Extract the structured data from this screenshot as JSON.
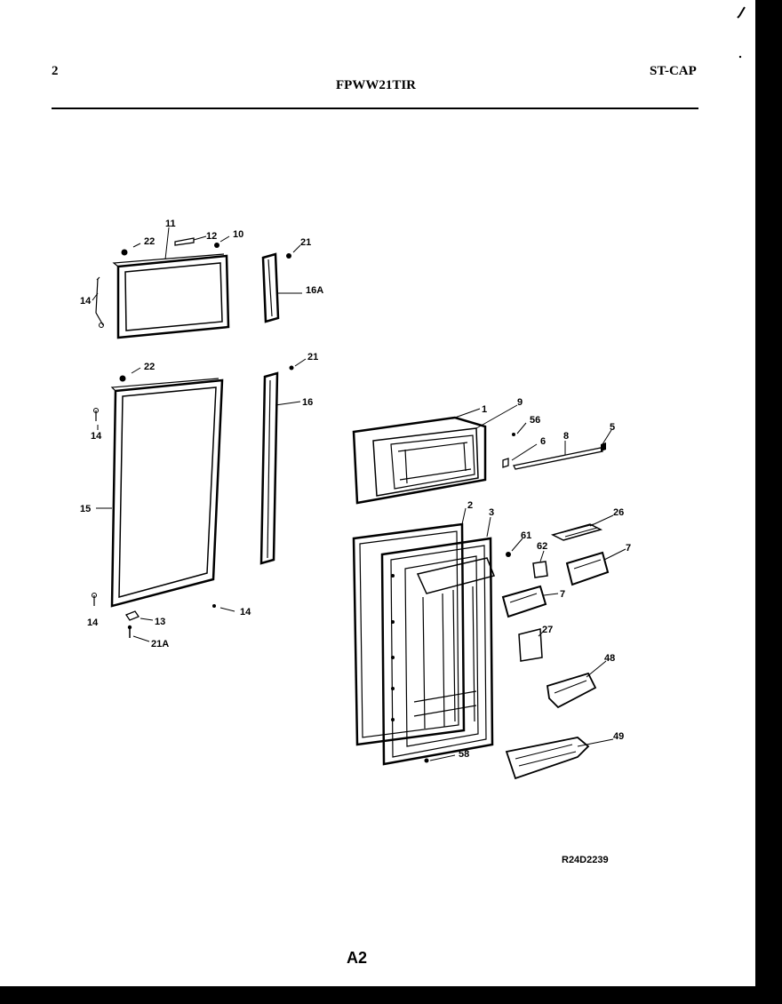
{
  "header": {
    "page_number": "2",
    "model": "FPWW21TIR",
    "category": "ST-CAP"
  },
  "callouts": [
    "11",
    "12",
    "10",
    "22",
    "21",
    "14",
    "16A",
    "22",
    "21",
    "14",
    "16",
    "15",
    "13",
    "21A",
    "14",
    "14",
    "1",
    "9",
    "56",
    "6",
    "8",
    "5",
    "2",
    "3",
    "61",
    "62",
    "26",
    "7",
    "7",
    "27",
    "48",
    "49",
    "58"
  ],
  "drawing_code": "R24D2239",
  "footer": {
    "page_label": "A2"
  }
}
